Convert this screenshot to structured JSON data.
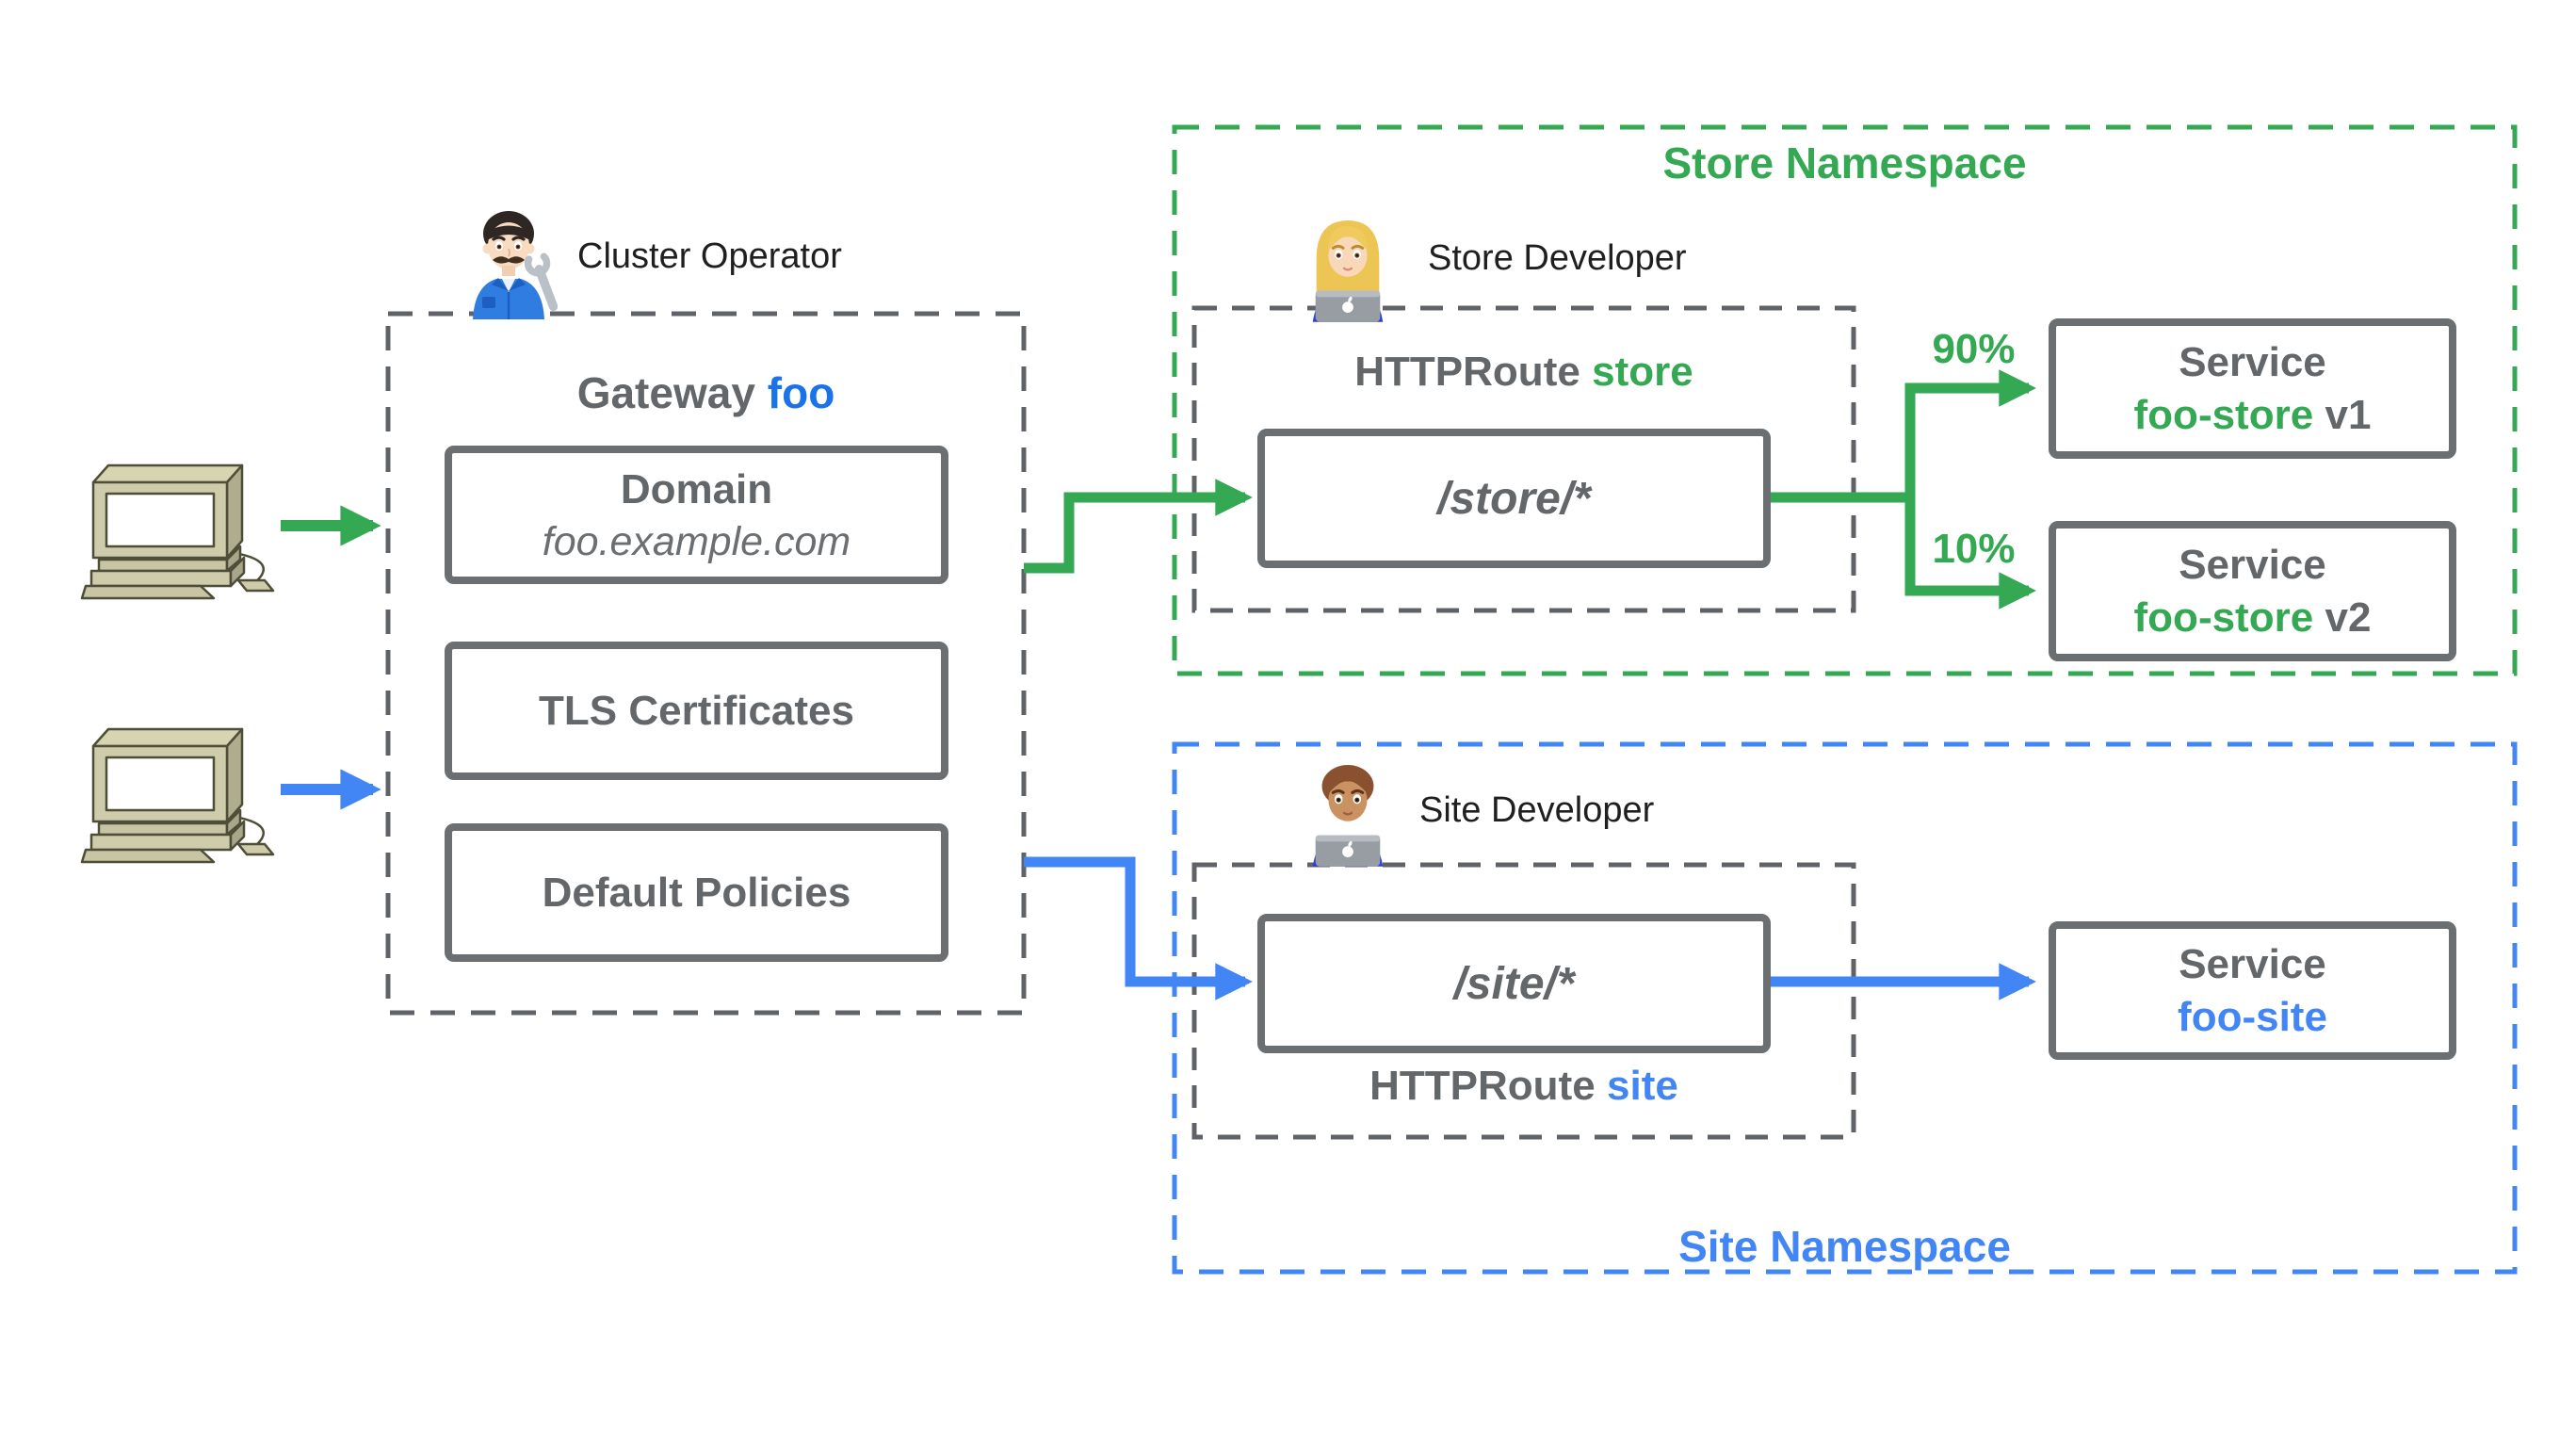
{
  "clients": {
    "icon": "desktop-computer",
    "store_client_arrow": "green-arrow",
    "site_client_arrow": "blue-arrow"
  },
  "cluster_operator": {
    "label": "Cluster Operator",
    "icon": "man-mechanic"
  },
  "gateway": {
    "title": {
      "prefix": "Gateway",
      "name": "foo"
    },
    "domain": {
      "title": "Domain",
      "value": "foo.example.com"
    },
    "tls": {
      "label": "TLS Certificates"
    },
    "policies": {
      "label": "Default Policies"
    }
  },
  "store": {
    "namespace_title": "Store Namespace",
    "developer": {
      "label": "Store Developer",
      "icon": "woman-technologist"
    },
    "route": {
      "prefix": "HTTPRoute",
      "name": "store"
    },
    "path": "/store/*",
    "weights": {
      "v1": "90%",
      "v2": "10%"
    },
    "services": {
      "v1": {
        "kind": "Service",
        "name": "foo-store",
        "version": "v1"
      },
      "v2": {
        "kind": "Service",
        "name": "foo-store",
        "version": "v2"
      }
    }
  },
  "site": {
    "namespace_title": "Site Namespace",
    "developer": {
      "label": "Site Developer",
      "icon": "man-technologist"
    },
    "route": {
      "prefix": "HTTPRoute",
      "name": "site"
    },
    "path": "/site/*",
    "service": {
      "kind": "Service",
      "name": "foo-site",
      "version": ""
    }
  },
  "colors": {
    "green": "#34a853",
    "blue": "#4285f4",
    "foo_blue": "#1a73e8",
    "gray_text": "#63676a",
    "border_gray": "#6b6f72",
    "black": "#1f1f1f"
  }
}
